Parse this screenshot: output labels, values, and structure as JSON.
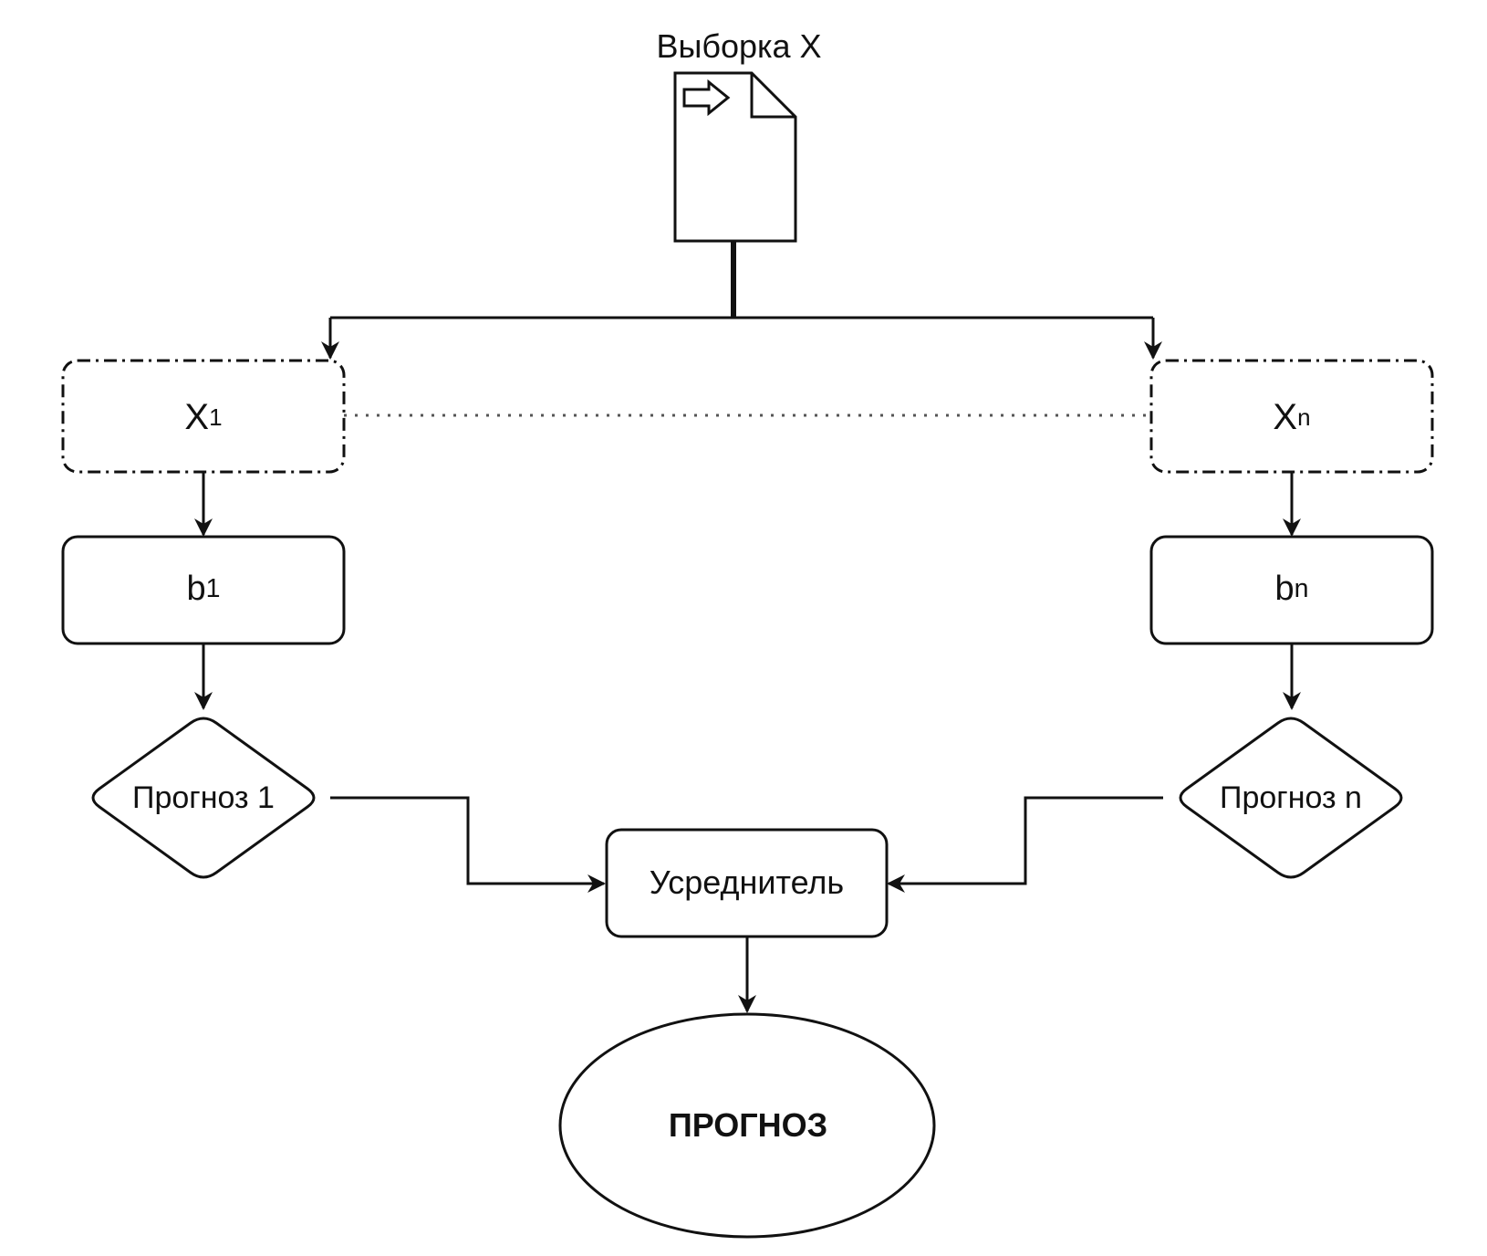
{
  "source": {
    "label": "Выборка X",
    "icon": "document-arrow-icon"
  },
  "subsamples": [
    {
      "base": "X",
      "sup": "1"
    },
    {
      "base": "X",
      "sup": "n"
    }
  ],
  "models": [
    {
      "base": "b",
      "sub": "1"
    },
    {
      "base": "b",
      "sub": "n"
    }
  ],
  "forecasts": [
    {
      "label": "Прогноз 1"
    },
    {
      "label": "Прогноз n"
    }
  ],
  "averager": {
    "label": "Усреднитель"
  },
  "result": {
    "label": "ПРОГНОЗ"
  },
  "colors": {
    "stroke": "#111111",
    "background": "#ffffff"
  }
}
